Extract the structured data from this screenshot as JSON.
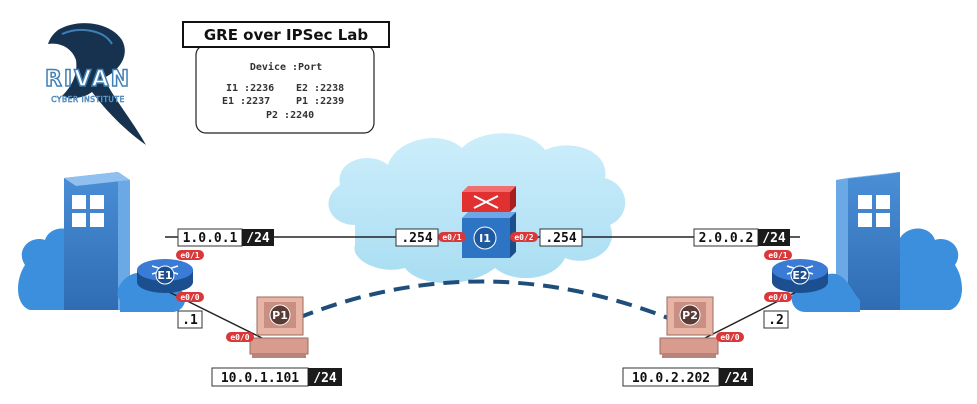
{
  "logo": {
    "name": "RIVAN",
    "subtitle": "CYBER INSTITUTE"
  },
  "info_box": {
    "title": "GRE over IPSec Lab",
    "header": "Device :Port",
    "entries": [
      "I1 :2236",
      "E2 :2238",
      "E1 :2237",
      "P1 :2239",
      "P2 :2240"
    ]
  },
  "nodes": {
    "E1": "E1",
    "E2": "E2",
    "I1": "I1",
    "P1": "P1",
    "P2": "P2"
  },
  "labels": {
    "e1_net": "1.0.0.1",
    "e1_mask": "/24",
    "i1_left": ".254",
    "i1_right": ".254",
    "e2_net": "2.0.0.2",
    "e2_mask": "/24",
    "e1_lan": ".1",
    "e2_lan": ".2",
    "p1_ip": "10.0.1.101",
    "p1_mask": "/24",
    "p2_ip": "10.0.2.202",
    "p2_mask": "/24"
  },
  "ports": {
    "e1_top": "e0/1",
    "e1_bottom": "e0/0",
    "i1_left": "e0/1",
    "i1_right": "e0/2",
    "e2_top": "e0/1",
    "e2_bottom": "e0/0",
    "p1": "e0/0",
    "p2": "e0/0"
  },
  "colors": {
    "cloud": "#b8e4f5",
    "router": "#3a7bd5",
    "switch": "#2d74c4",
    "firewall": "#e03030",
    "pc": "#e8b4a6",
    "building": "#3b78c2",
    "port_tag": "#d9383a",
    "tunnel": "#1f4e7a"
  }
}
